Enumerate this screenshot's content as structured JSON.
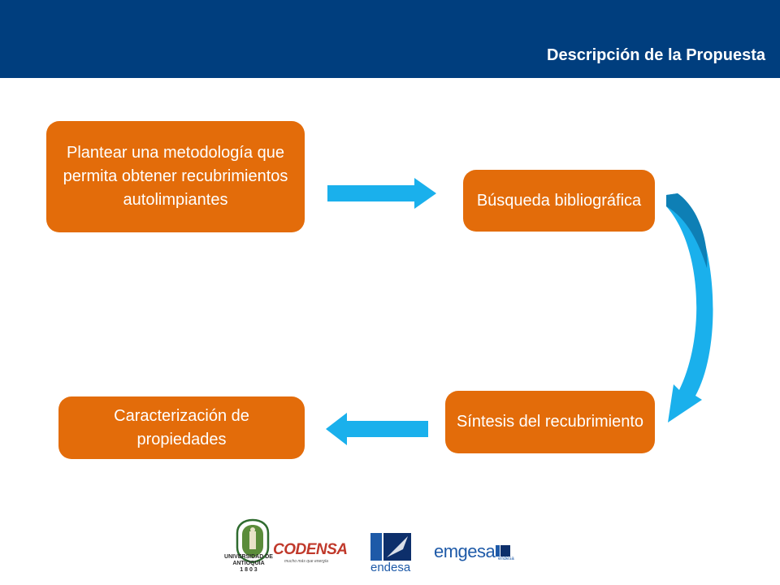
{
  "header": {
    "title": "Descripción de la Propuesta",
    "background_color": "#003e7e"
  },
  "steps": [
    {
      "label": "Plantear una metodología que permita obtener recubrimientos autolimpiantes"
    },
    {
      "label": "Búsqueda bibliográfica"
    },
    {
      "label": "Síntesis del recubrimiento"
    },
    {
      "label": "Caracterización de propiedades"
    }
  ],
  "colors": {
    "step_fill": "#e36c0a",
    "arrow_fill": "#1ab0ec"
  },
  "logos": {
    "university": "UNIVERSIDAD DE ANTIOQUIA",
    "university_year": "1 8 0 3",
    "codensa": "CODENSA",
    "codensa_tagline": "mucho más que energía",
    "endesa": "endesa",
    "emgesa": "emgesa",
    "emgesa_sub": "endesa"
  }
}
